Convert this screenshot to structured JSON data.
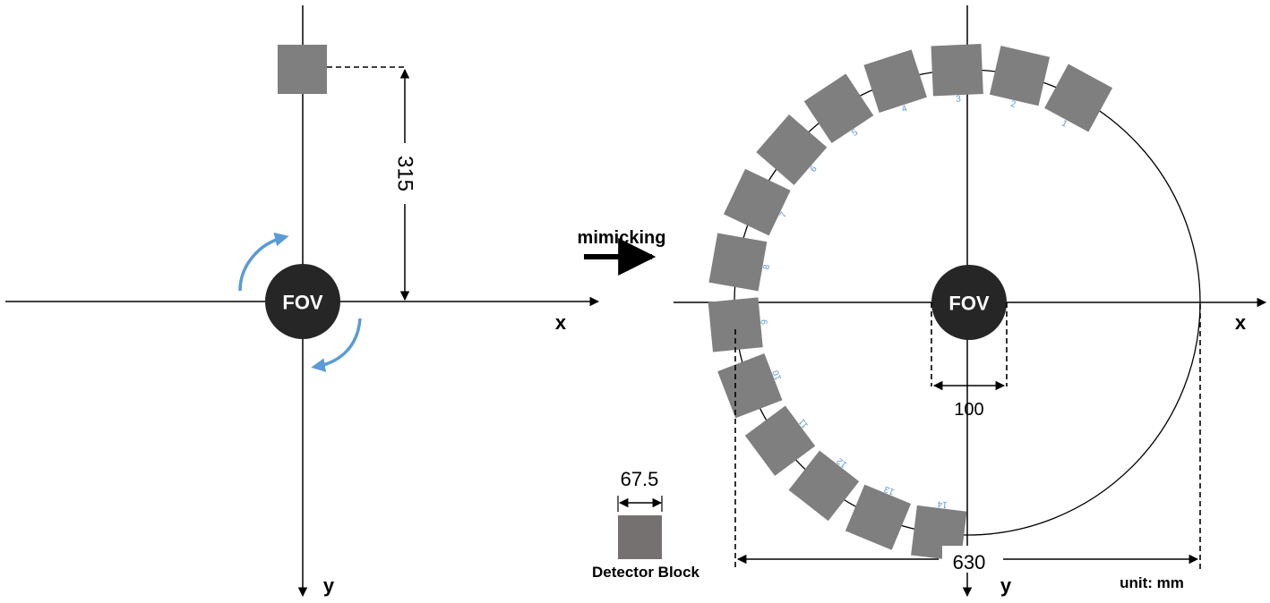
{
  "left_panel": {
    "fov_label": "FOV",
    "x_axis_label": "x",
    "y_axis_label": "y",
    "distance_label": "315"
  },
  "middle": {
    "arrow_label": "mimicking"
  },
  "right_panel": {
    "fov_label": "FOV",
    "x_axis_label": "x",
    "y_axis_label": "y",
    "fov_width_label": "100",
    "diameter_label": "630",
    "unit_label": "unit: mm",
    "block_numbers": [
      "1",
      "2",
      "3",
      "4",
      "5",
      "6",
      "7",
      "8",
      "9",
      "10",
      "11",
      "12",
      "13",
      "14"
    ]
  },
  "legend": {
    "block_size_label": "67.5",
    "block_caption": "Detector Block"
  },
  "colors": {
    "detector_block": "#7f7f7f",
    "legend_block": "#767171",
    "fov_fill": "#262626",
    "rotation_arrow": "#5b9bd5",
    "block_number": "#5b9bd5"
  }
}
